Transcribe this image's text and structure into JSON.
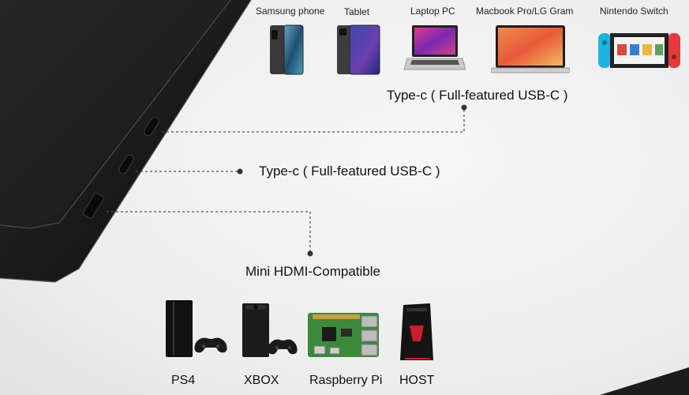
{
  "devices_top": [
    {
      "label": "Samsung phone",
      "icon": "smartphone-icon"
    },
    {
      "label": "Tablet",
      "icon": "tablet-icon"
    },
    {
      "label": "Laptop PC",
      "icon": "laptop-icon"
    },
    {
      "label": "Macbook Pro/LG Gram",
      "icon": "laptop-icon"
    },
    {
      "label": "Nintendo Switch",
      "icon": "game-console-handheld-icon"
    }
  ],
  "ports": {
    "typec_top": "Type-c ( Full-featured USB-C )",
    "typec_middle": "Type-c ( Full-featured USB-C )",
    "hdmi": "Mini HDMI-Compatible"
  },
  "devices_bottom": [
    {
      "label": "PS4",
      "icon": "ps4-console-icon"
    },
    {
      "label": "XBOX",
      "icon": "xbox-console-icon"
    },
    {
      "label": "Raspberry Pi",
      "icon": "circuit-board-icon"
    },
    {
      "label": "HOST",
      "icon": "desktop-tower-icon"
    }
  ],
  "colors": {
    "monitor_body": "#151515",
    "background": "#efefef",
    "dotted_line": "#555555"
  }
}
